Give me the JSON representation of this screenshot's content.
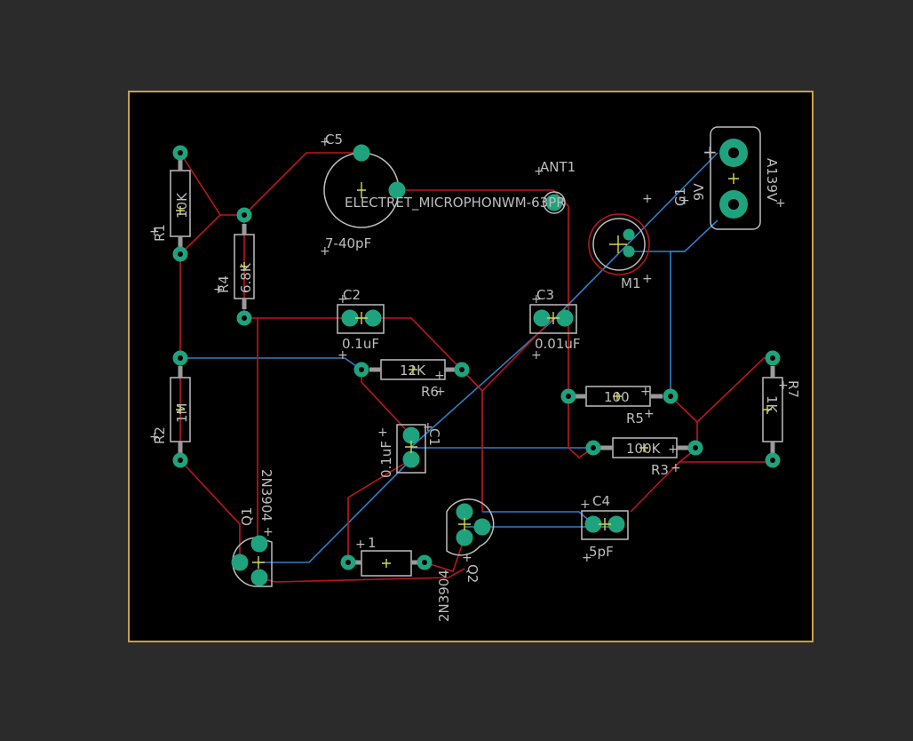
{
  "colors": {
    "background": "#2b2b2b",
    "board_fill": "#000000",
    "board_outline": "#c8a04a",
    "top_trace": "#c0161b",
    "bottom_trace": "#2f7fc8",
    "pad": "#1fa37e",
    "silkscreen": "#c0c0c0",
    "origin_cross": "#d8d84a"
  },
  "labels": {
    "c5": "C5",
    "c5_value": "7-40pF",
    "ant1": "ANT1",
    "mic_text": "ELECTRET_MICROPHONWM-63PR",
    "g1": "G1",
    "g1_value": "9V",
    "g1_part": "A139V",
    "g1_plus": "+",
    "m1": "M1",
    "r1": "R1",
    "r1_value": "10K",
    "r4": "R4",
    "r4_value": "6.8K",
    "c2": "C2",
    "c2_value": "0.1uF",
    "c3": "C3",
    "c3_value": "0.01uF",
    "r6": "R6",
    "r6_value": "12K",
    "r5": "R5",
    "r5_value": "100",
    "r3": "R3",
    "r3_value": "100K",
    "r7": "R7",
    "r7_value": "1K",
    "r2": "R2",
    "r2_value": "1M",
    "c1": "C1",
    "c1_value": "0.1uF",
    "c4": "C4",
    "c4_value": "5pF",
    "q1": "Q1",
    "q1_value": "2N3904",
    "q2": "Q2",
    "q2_value": "2N3904",
    "l1": "1"
  }
}
